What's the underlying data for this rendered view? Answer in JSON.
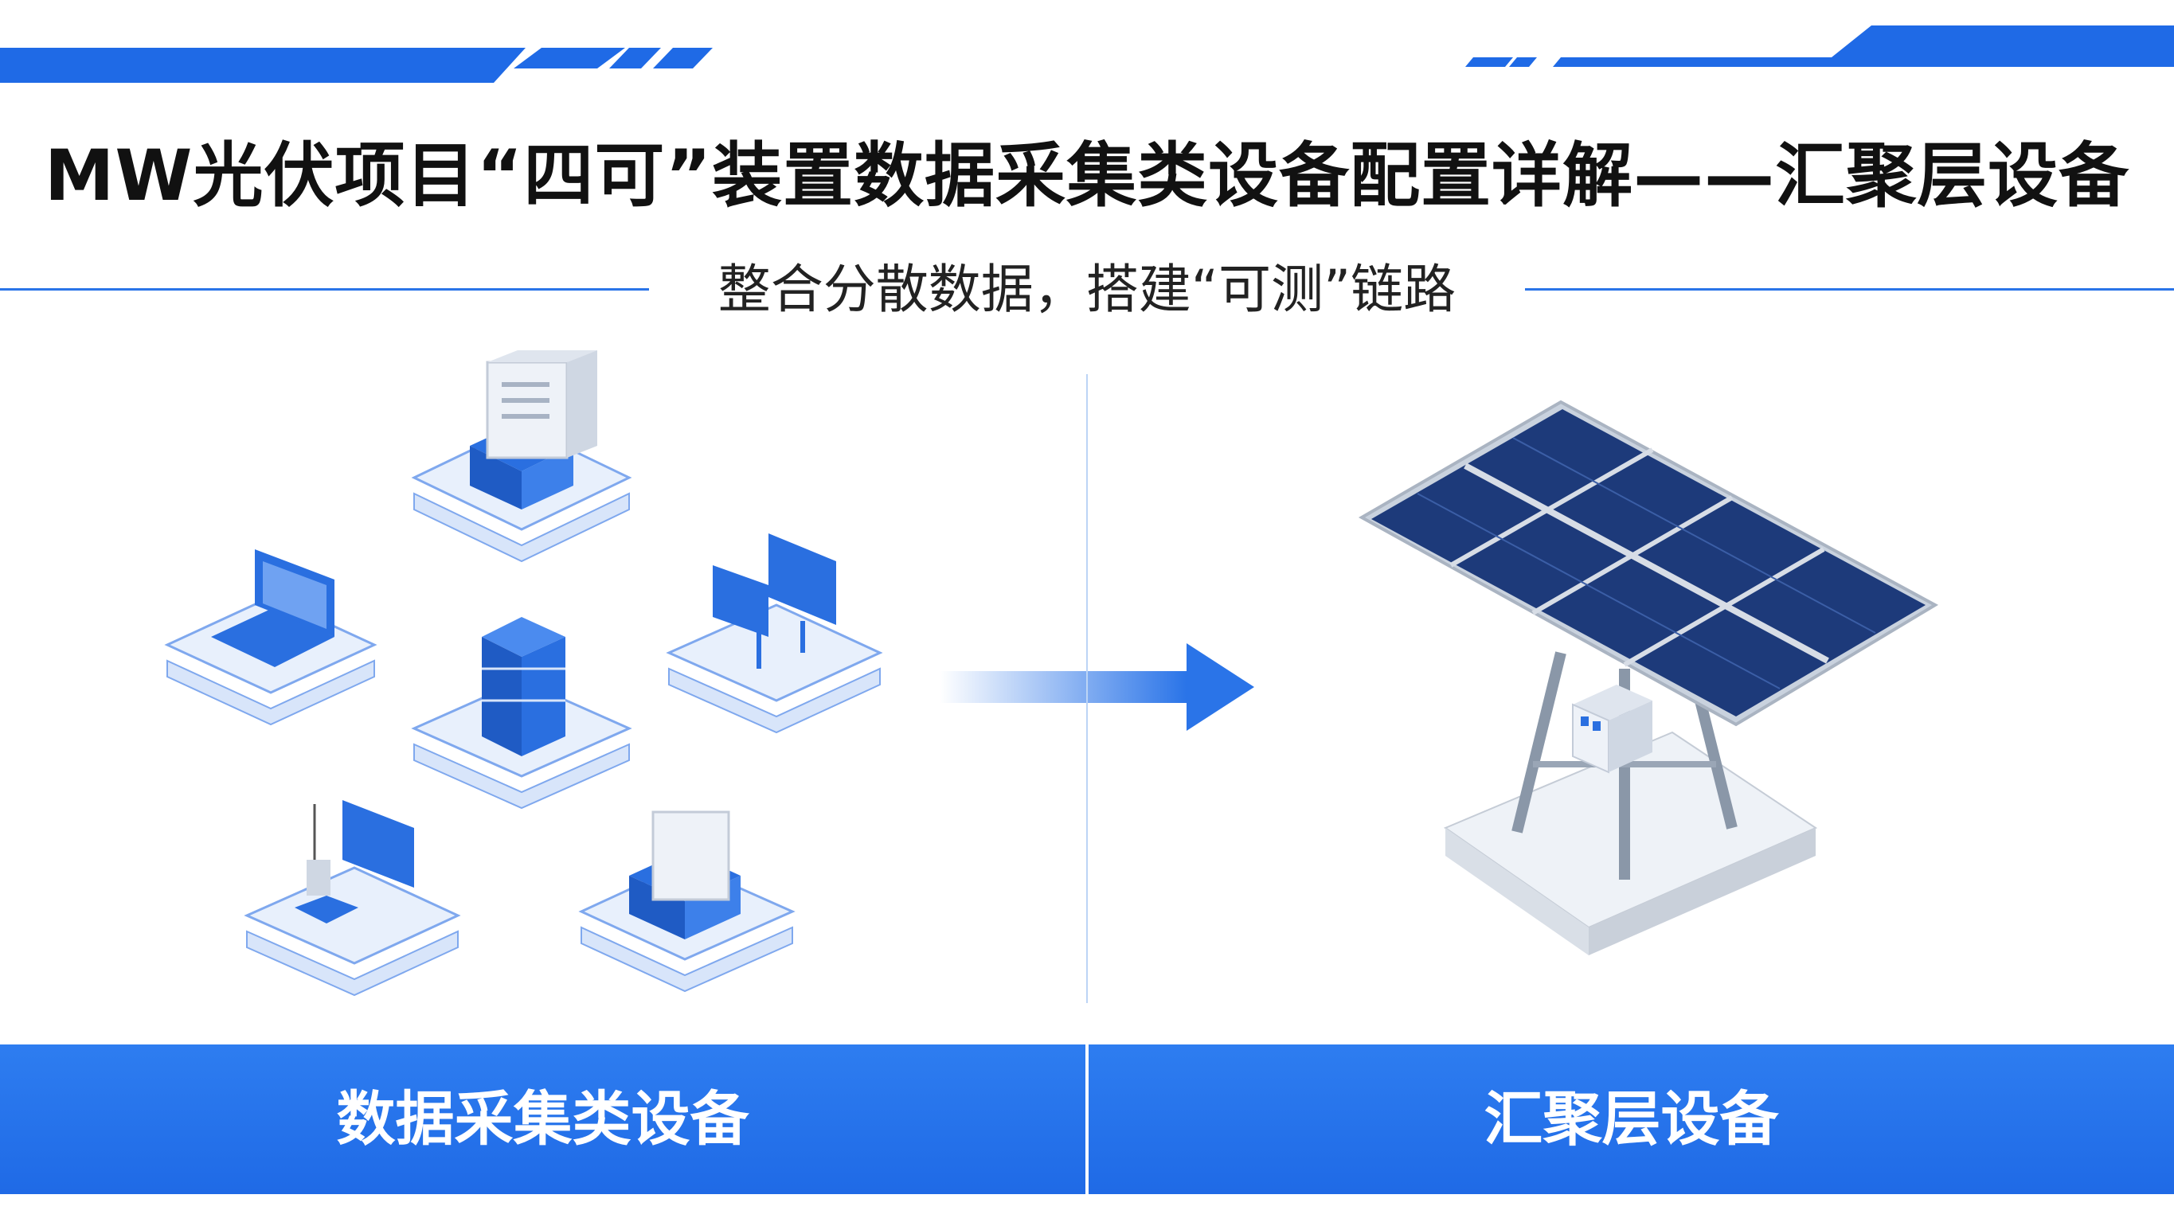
{
  "header": {
    "title": "MW光伏项目“四可”装置数据采集类设备配置详解——汇聚层设备",
    "subtitle": "整合分散数据，搭建“可测”链路"
  },
  "left_panel": {
    "label": "数据采集类设备",
    "devices": [
      "server-tower",
      "laptop",
      "display-boards",
      "rack-server",
      "antenna-terminal",
      "server-unit"
    ]
  },
  "right_panel": {
    "label": "汇聚层设备",
    "image": "solar-panel-array-with-combiner-box"
  },
  "colors": {
    "accent": "#2a74e8",
    "bar": "#2573ea",
    "panel": "#1d3a7a"
  }
}
